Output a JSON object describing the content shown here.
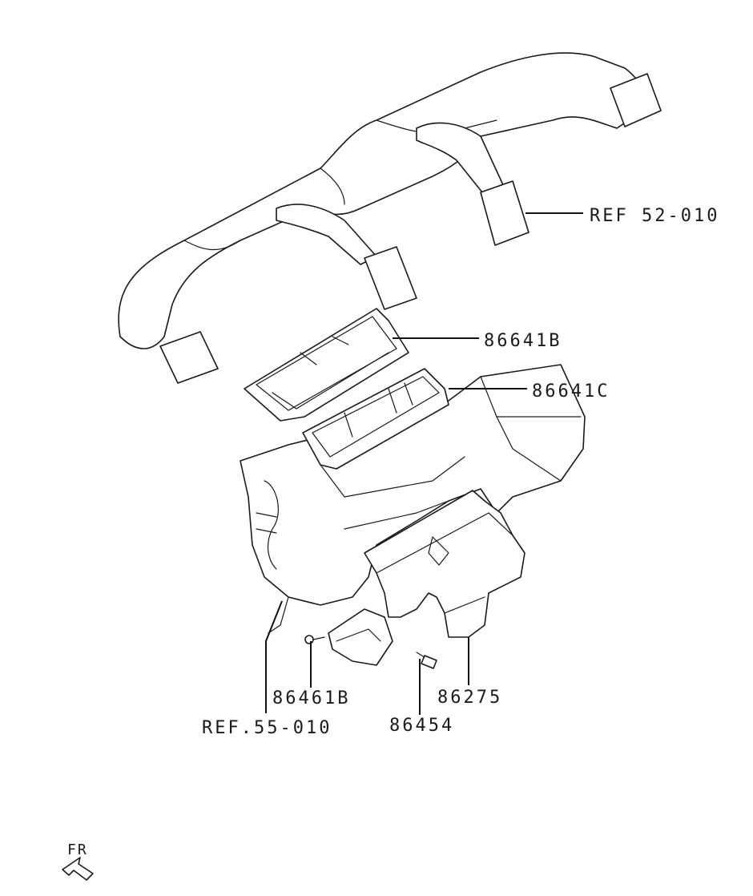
{
  "callouts": {
    "ref_52_010": "REF 52-010",
    "p86641B": "86641B",
    "p86641C": "86641C",
    "p86461B": "86461B",
    "ref_55_010": "REF.55-010",
    "p86454": "86454",
    "p86275": "86275"
  },
  "orientation": {
    "label": "FR",
    "icon": "front-direction-arrow-icon"
  },
  "colors": {
    "line": "#1a1a1a",
    "background": "#ffffff"
  }
}
